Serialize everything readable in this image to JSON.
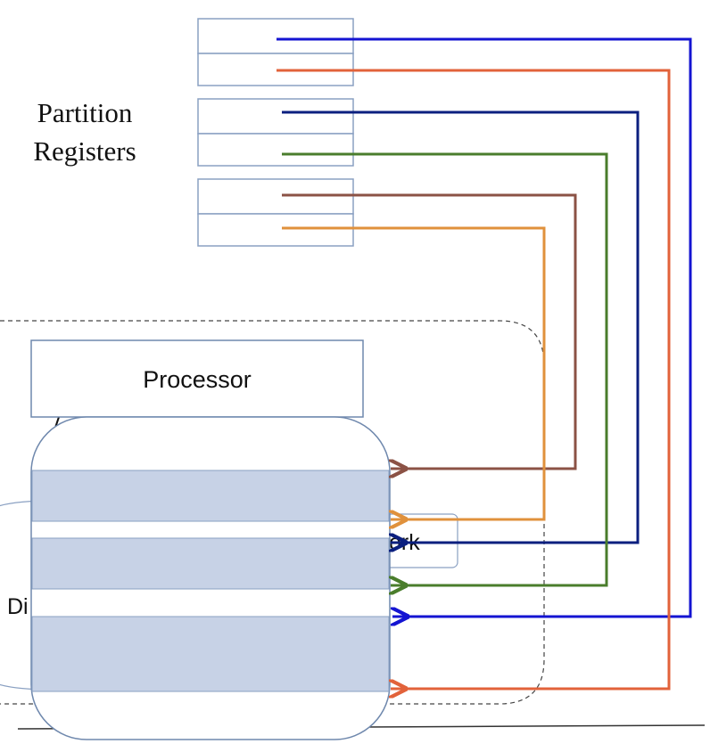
{
  "labels": {
    "partition_registers_line1": "Partition",
    "partition_registers_line2": "Registers",
    "processor": "Processor",
    "network_fragment": "ork",
    "disk_fragment": "Di"
  },
  "colors": {
    "blue": "#1414d2",
    "orange": "#e2623a",
    "navy": "#0b1f7f",
    "green": "#4a7d2c",
    "brown": "#8b5245",
    "amber": "#e0913c",
    "box_stroke": "#7f93b8",
    "memory_band": "#c7d2e6",
    "processor_stroke": "#6f88ad"
  },
  "icons": [
    "arrowhead-icon"
  ]
}
